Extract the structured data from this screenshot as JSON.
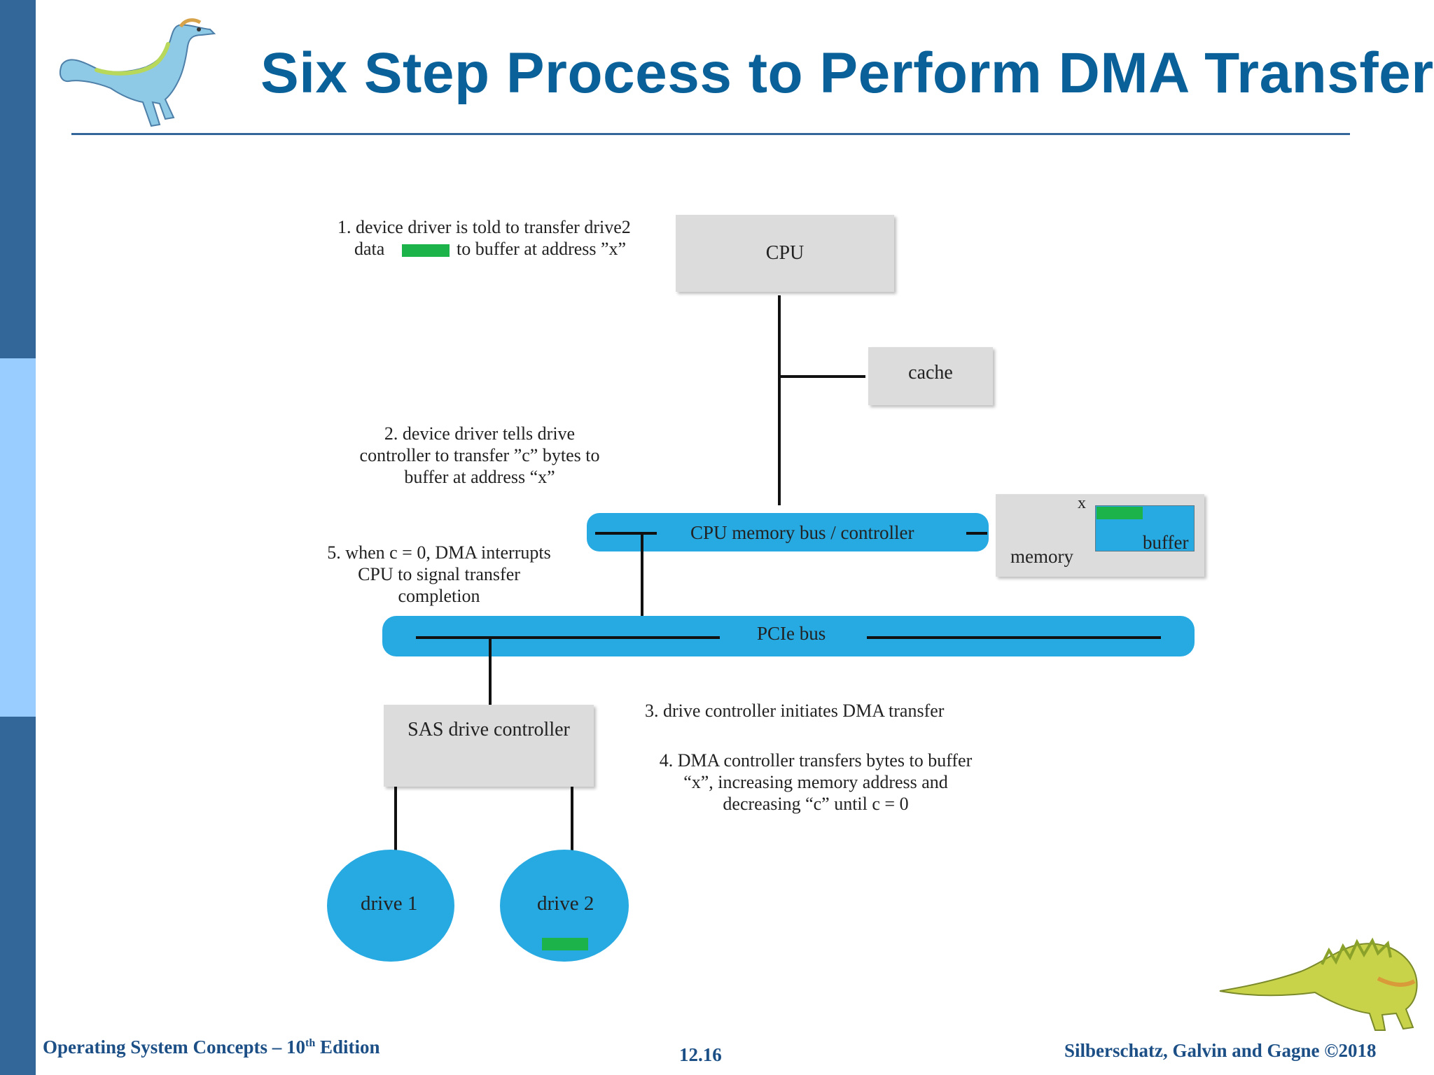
{
  "slide": {
    "title": "Six Step Process to Perform DMA Transfer",
    "footer_left": "Operating System Concepts – 10th Edition",
    "footer_left_main": "Operating System Concepts – 10",
    "footer_left_sup": "th",
    "footer_left_tail": " Edition",
    "page_number": "12.16",
    "footer_right": "Silberschatz, Galvin and Gagne ©2018"
  },
  "diagram": {
    "cpu": "CPU",
    "cache": "cache",
    "cpu_bus": "CPU memory bus / controller",
    "memory": "memory",
    "memory_x": "x",
    "buffer": "buffer",
    "pcie_bus": "PCIe bus",
    "sas_controller": "SAS drive controller",
    "drive1": "drive 1",
    "drive2": "drive 2",
    "step1_line1": "1. device driver is told to transfer drive2",
    "step1_data": "data",
    "step1_tail": "to buffer at address ”x”",
    "step2_line1": "2. device driver tells drive",
    "step2_line2": "controller to transfer ”c” bytes to",
    "step2_line3": "buffer at address “x”",
    "step5_line1": "5. when c = 0, DMA interrupts",
    "step5_line2": "CPU to signal transfer",
    "step5_line3": "completion",
    "step3": "3. drive controller initiates DMA transfer",
    "step4_line1": "4. DMA controller transfers bytes to buffer",
    "step4_line2": "“x”, increasing memory address and",
    "step4_line3": "decreasing  “c” until c = 0",
    "colors": {
      "bus": "#27a9e1",
      "box": "#dcdcdc",
      "data_block": "#1db34b",
      "title": "#0a6199",
      "footer": "#1c4f86"
    }
  },
  "decor": {
    "top_left": "dinosaur-illustration",
    "bottom_right": "dinosaur-illustration"
  }
}
